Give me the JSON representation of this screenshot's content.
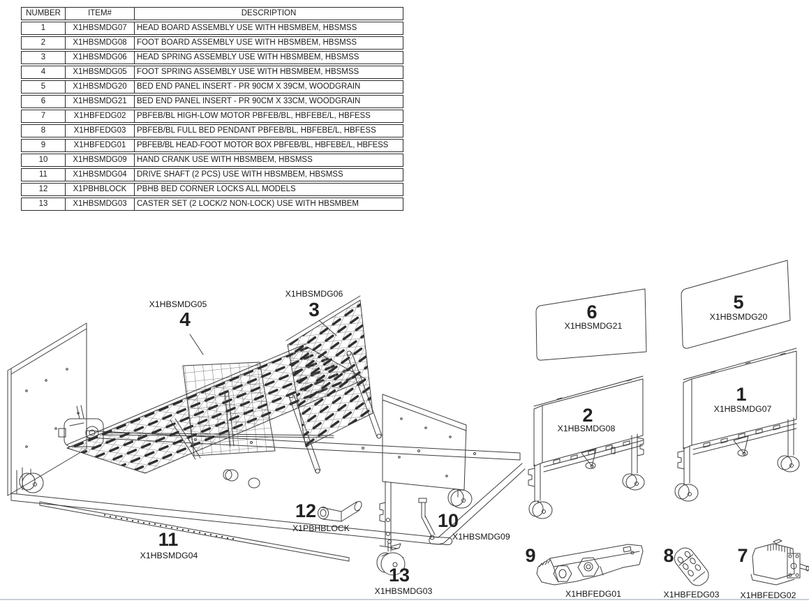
{
  "table": {
    "headers": [
      "NUMBER",
      "ITEM#",
      "DESCRIPTION"
    ],
    "rows": [
      {
        "number": "1",
        "item": "X1HBSMDG07",
        "description": "HEAD BOARD ASSEMBLY USE WITH HBSMBEM, HBSMSS"
      },
      {
        "number": "2",
        "item": "X1HBSMDG08",
        "description": "FOOT BOARD ASSEMBLY USE WITH HBSMBEM, HBSMSS"
      },
      {
        "number": "3",
        "item": "X1HBSMDG06",
        "description": "HEAD SPRING ASSEMBLY USE WITH HBSMBEM, HBSMSS"
      },
      {
        "number": "4",
        "item": "X1HBSMDG05",
        "description": "FOOT SPRING ASSEMBLY USE WITH HBSMBEM, HBSMSS"
      },
      {
        "number": "5",
        "item": "X1HBSMDG20",
        "description": "BED END PANEL INSERT - PR 90CM X 39CM, WOODGRAIN"
      },
      {
        "number": "6",
        "item": "X1HBSMDG21",
        "description": "BED END PANEL INSERT - PR 90CM X 33CM, WOODGRAIN"
      },
      {
        "number": "7",
        "item": "X1HBFEDG02",
        "description": "PBFEB/BL HIGH-LOW MOTOR PBFEB/BL, HBFEBE/L, HBFESS"
      },
      {
        "number": "8",
        "item": "X1HBFEDG03",
        "description": "PBFEB/BL FULL BED PENDANT PBFEB/BL, HBFEBE/L, HBFESS"
      },
      {
        "number": "9",
        "item": "X1HBFEDG01",
        "description": "PBFEB/BL HEAD-FOOT MOTOR BOX PBFEB/BL, HBFEBE/L, HBFESS"
      },
      {
        "number": "10",
        "item": "X1HBSMDG09",
        "description": "HAND CRANK USE WITH HBSMBEM, HBSMSS"
      },
      {
        "number": "11",
        "item": "X1HBSMDG04",
        "description": "DRIVE SHAFT (2 PCS) USE WITH HBSMBEM, HBSMSS"
      },
      {
        "number": "12",
        "item": "X1PBHBLOCK",
        "description": "PBHB BED CORNER LOCKS ALL MODELS"
      },
      {
        "number": "13",
        "item": "X1HBSMDG03",
        "description": "CASTER SET (2 LOCK/2 NON-LOCK) USE WITH HBSMBEM"
      }
    ]
  },
  "diagram": {
    "callouts": {
      "item1": {
        "number": "1",
        "code": "X1HBSMDG07"
      },
      "item2": {
        "number": "2",
        "code": "X1HBSMDG08"
      },
      "item3": {
        "number": "3",
        "code": "X1HBSMDG06"
      },
      "item4": {
        "number": "4",
        "code": "X1HBSMDG05"
      },
      "item5": {
        "number": "5",
        "code": "X1HBSMDG20"
      },
      "item6": {
        "number": "6",
        "code": "X1HBSMDG21"
      },
      "item7": {
        "number": "7",
        "code": "X1HBFEDG02"
      },
      "item8": {
        "number": "8",
        "code": "X1HBFEDG03"
      },
      "item9": {
        "number": "9",
        "code": "X1HBFEDG01"
      },
      "item10": {
        "number": "10",
        "code": "X1HBSMDG09"
      },
      "item11": {
        "number": "11",
        "code": "X1HBSMDG04"
      },
      "item12": {
        "number": "12",
        "code": "X1PBHBLOCK"
      },
      "item13": {
        "number": "13",
        "code": "X1HBSMDG03"
      }
    }
  },
  "colors": {
    "line": "#3d3d3d",
    "bottom_rule": "#c9cfda"
  }
}
